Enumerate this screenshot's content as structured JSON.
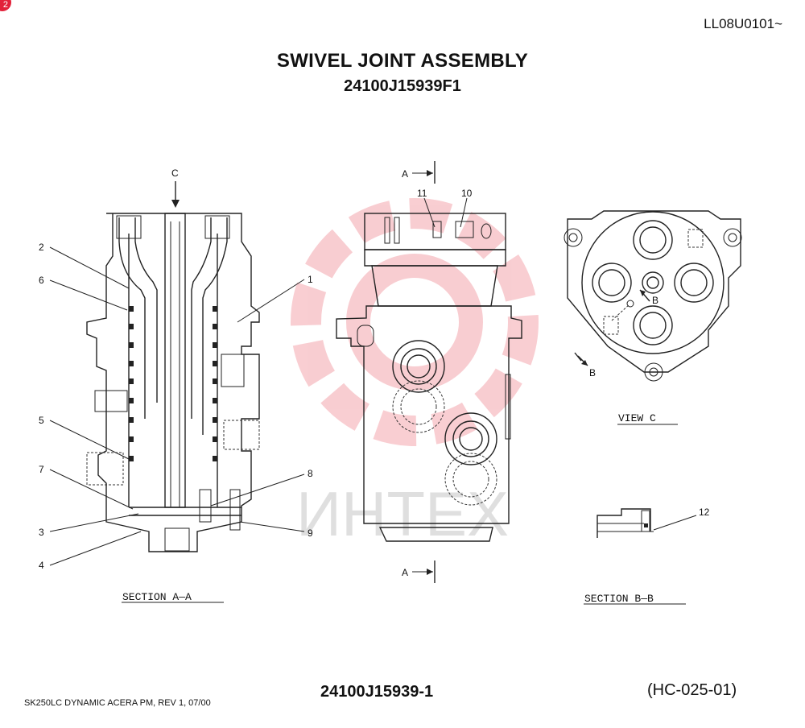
{
  "header": {
    "doc_code": "LL08U0101~",
    "title": "SWIVEL JOINT ASSEMBLY",
    "subtitle": "24100J15939F1"
  },
  "badge": "2",
  "watermark": {
    "text": "ИНТЕХ",
    "color": "#f4a6ad"
  },
  "callouts": {
    "c_arrow": "C",
    "a_top": "A",
    "a_bottom": "A",
    "b_arrow_view": "B",
    "b_section": "B",
    "p1": "1",
    "p2": "2",
    "p3": "3",
    "p4": "4",
    "p5": "5",
    "p6": "6",
    "p7": "7",
    "p8": "8",
    "p9": "9",
    "p10": "10",
    "p11": "11",
    "p12": "12"
  },
  "captions": {
    "section_aa": "SECTION  A—A",
    "view_c": "VIEW  C",
    "section_bb": "SECTION  B—B"
  },
  "footer": {
    "left": "SK250LC DYNAMIC ACERA PM, REV 1,  07/00",
    "center": "24100J15939-1",
    "right": "(HC-025-01)"
  },
  "colors": {
    "line": "#222222",
    "badge": "#e2213a"
  }
}
